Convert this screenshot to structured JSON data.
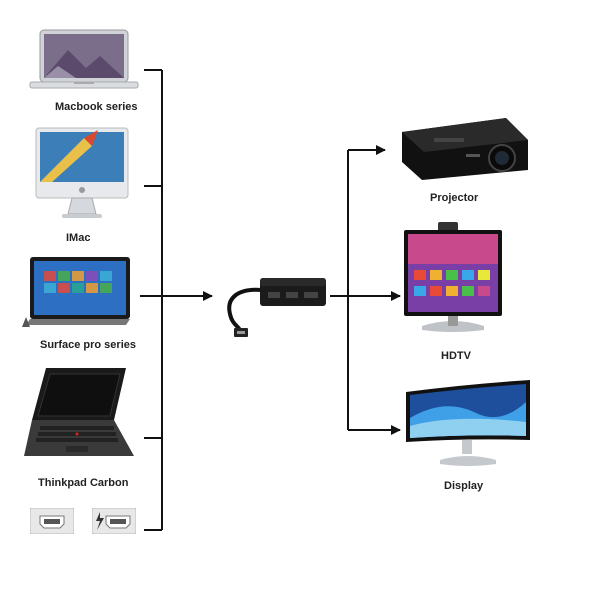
{
  "sources": [
    {
      "id": "macbook",
      "label": "Macbook series",
      "icon": "macbook-laptop-icon"
    },
    {
      "id": "imac",
      "label": "IMac",
      "icon": "imac-desktop-icon"
    },
    {
      "id": "surface",
      "label": "Surface pro series",
      "icon": "surface-tablet-icon"
    },
    {
      "id": "thinkpad",
      "label": "Thinkpad Carbon",
      "icon": "thinkpad-laptop-icon"
    }
  ],
  "ports": [
    {
      "id": "mini-displayport",
      "icon": "mini-displayport-icon"
    },
    {
      "id": "thunderbolt",
      "icon": "thunderbolt-port-icon"
    }
  ],
  "adapter": {
    "icon": "mini-displayport-adapter-icon"
  },
  "outputs": [
    {
      "id": "projector",
      "label": "Projector",
      "icon": "projector-icon"
    },
    {
      "id": "hdtv",
      "label": "HDTV",
      "icon": "hdtv-icon"
    },
    {
      "id": "display",
      "label": "Display",
      "icon": "curved-monitor-icon"
    }
  ],
  "colors": {
    "connector": "#111111",
    "label": "#222222"
  }
}
